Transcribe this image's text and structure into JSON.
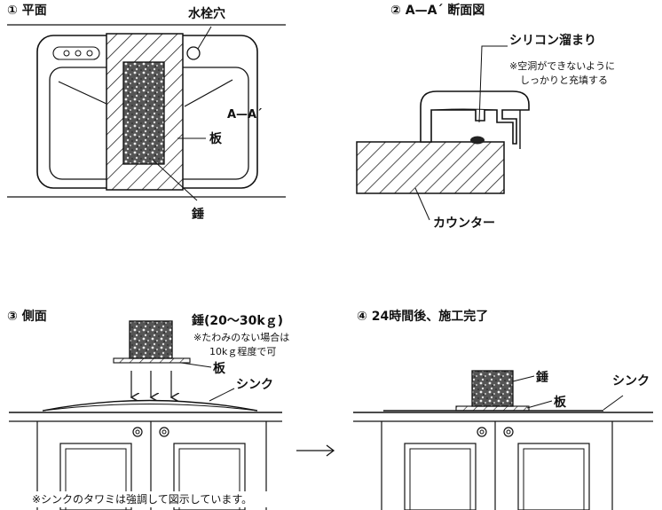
{
  "panels": {
    "p1": {
      "title": "① 平面",
      "faucet": "水栓穴",
      "section": "A—A´",
      "board": "板",
      "weight": "錘"
    },
    "p2": {
      "title": "② A—A´ 断面図",
      "silicone": "シリコン溜まり",
      "note1": "※空洞ができないように",
      "note2": "しっかりと充填する",
      "counter": "カウンター"
    },
    "p3": {
      "title": "③ 側面",
      "weight": "錘(20～30kｇ)",
      "note1": "※たわみのない場合は",
      "note2": "10kｇ程度で可",
      "board": "板",
      "sink": "シンク"
    },
    "p4": {
      "title": "④ 24時間後、施工完了",
      "weight": "錘",
      "board": "板",
      "sink": "シンク"
    }
  },
  "footnote": "※シンクのタワミは強調して図示しています。"
}
